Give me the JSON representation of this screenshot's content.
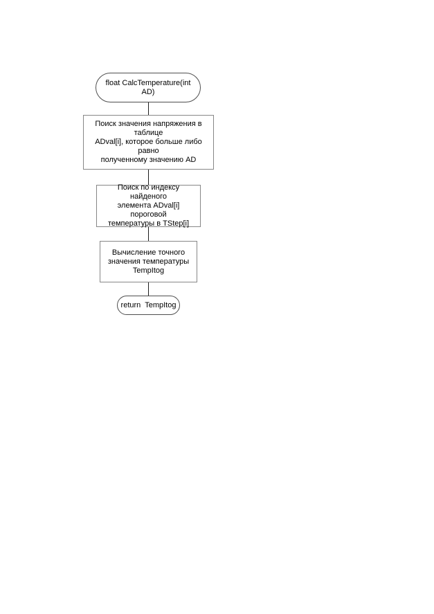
{
  "page": {
    "background": "#ffffff"
  },
  "flowchart": {
    "colors": {
      "terminator_border": "#4d4d4d",
      "process_border": "#868686",
      "connector": "#1c1c1c",
      "text": "#000000",
      "node_fill": "#ffffff"
    },
    "nodes": [
      {
        "id": "start",
        "type": "terminator",
        "label": "float CalcTemperature(int AD)"
      },
      {
        "id": "find-voltage",
        "type": "process",
        "label": "Поиск значения напряжения в таблице\nADval[i], которое больше либо равно\nполученному значению AD"
      },
      {
        "id": "find-threshold-temp",
        "type": "process",
        "label": "Поиск по индексу найденого\nэлемента ADval[i] пороговой\nтемпературы в TStep[i]"
      },
      {
        "id": "compute-exact-temp",
        "type": "process",
        "label": "Вычисление точного\nзначения температуры\nTempItog"
      },
      {
        "id": "end",
        "type": "terminator",
        "label": "return  TempItog"
      }
    ]
  }
}
